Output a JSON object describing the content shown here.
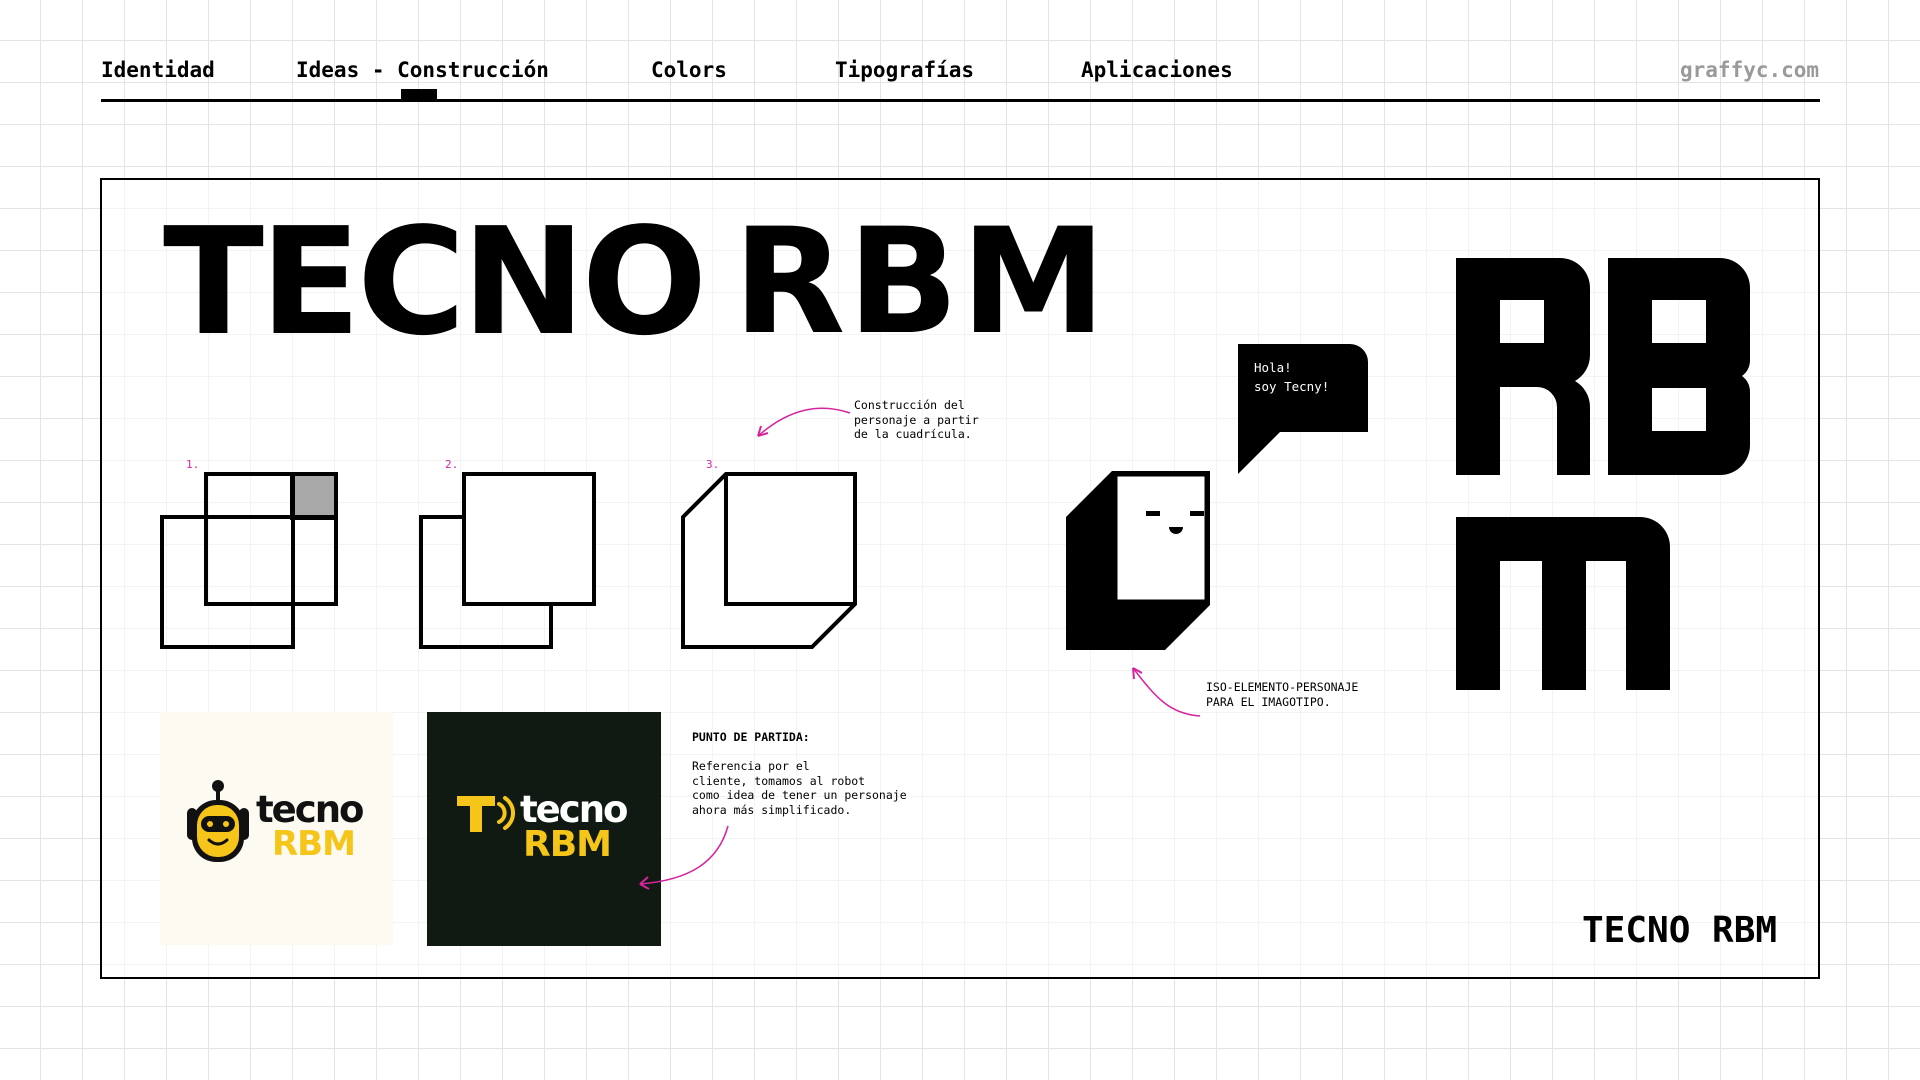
{
  "nav": {
    "items": [
      "Identidad",
      "Ideas - Construcción",
      "Colors",
      "Tipografías",
      "Aplicaciones"
    ],
    "site": "graffyc.com"
  },
  "title": {
    "part1": "TECNO",
    "part2": "RBM"
  },
  "steps": [
    "1.",
    "2.",
    "3."
  ],
  "notes": {
    "construccion": "Construcción del\npersonaje a partir\nde la cuadrícula.",
    "iso": "ISO-ELEMENTO-PERSONAJE\nPARA EL IMAGOTIPO.",
    "punto_title": "PUNTO DE PARTIDA:",
    "punto_body": "Referencia por el\ncliente, tomamos al robot\ncomo idea de tener un personaje\nahora más simplificado."
  },
  "speech": "Hola!\nsoy Tecny!",
  "reference_logos": {
    "word_top": "tecno",
    "word_bottom": "RBM"
  },
  "footer_brand": "TECNO RBM",
  "colors": {
    "accent_pink": "#d6249f",
    "brand_yellow": "#f5c519",
    "dark_bg": "#101a12",
    "light_bg": "#fdfaf1",
    "nav_site_gray": "#9a9a9a"
  },
  "icons": [
    "robot-head-icon",
    "signal-t-icon",
    "character-icon",
    "speech-bubble-icon"
  ]
}
